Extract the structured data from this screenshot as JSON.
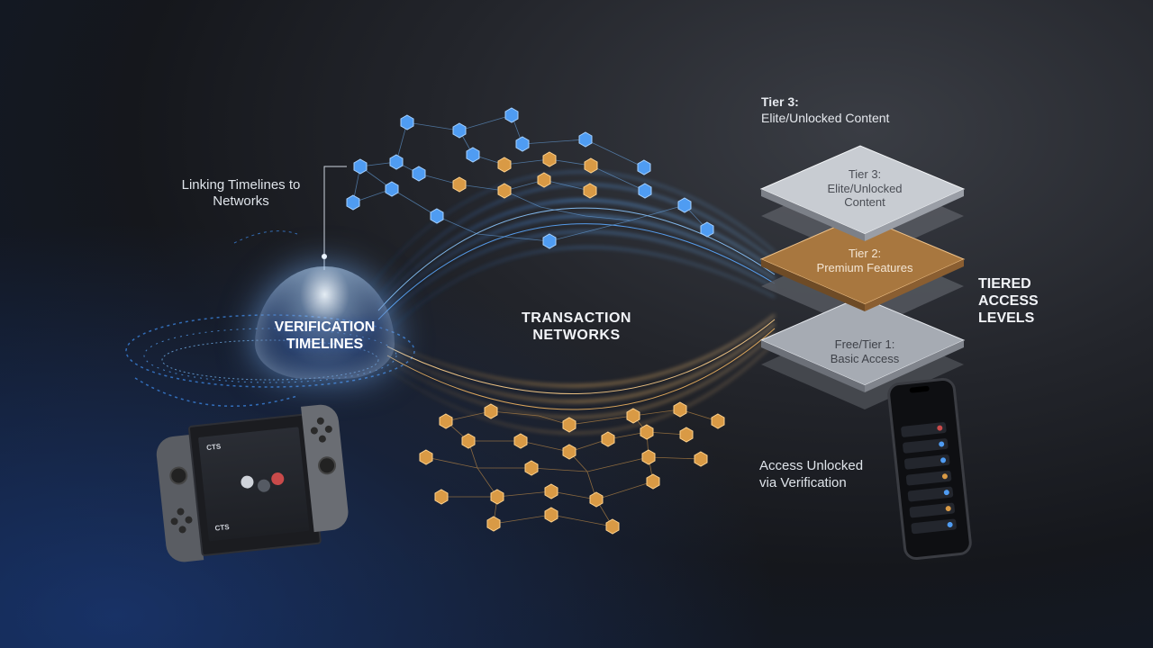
{
  "labels": {
    "linking": "Linking Timelines to Networks",
    "verification": "VERIFICATION TIMELINES",
    "transaction": "TRANSACTION NETWORKS",
    "tier3_top_title": "Tier 3:",
    "tier3_top_sub": "Elite/Unlocked Content",
    "tiered": "TIERED ACCESS LEVELS",
    "access_line1": "Access Unlocked",
    "access_line2": "via Verification"
  },
  "tiers": [
    {
      "line1": "Tier 3:",
      "line2": "Elite/Unlocked",
      "line3": "Content"
    },
    {
      "line1": "Tier 2:",
      "line2": "Premium Features",
      "line3": ""
    },
    {
      "line1": "Free/Tier 1:",
      "line2": "Basic Access",
      "line3": ""
    }
  ],
  "devices": {
    "switch_screen_text": "CTS",
    "switch_screen_text2": "CTS"
  },
  "colors": {
    "blue_stream": "#3f8ef0",
    "gold_stream": "#e2a24a",
    "tier3": "#c9ccd2",
    "tier2": "#b3814c",
    "tier1": "#b8bcc3"
  }
}
